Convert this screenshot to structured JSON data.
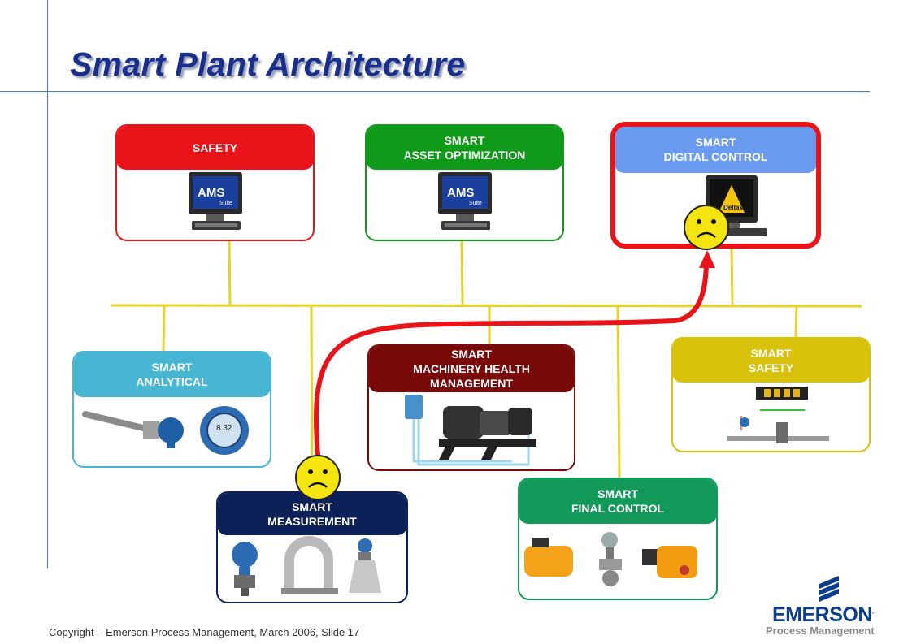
{
  "slide": {
    "title": "Smart Plant Architecture",
    "copyright": "Copyright – Emerson Process Management, March 2006, Slide 17"
  },
  "boxes": {
    "safety_top": {
      "label": "SAFETY",
      "color": "#e8141a"
    },
    "asset_optimization": {
      "label": "SMART\nASSET OPTIMIZATION",
      "color": "#109a1a"
    },
    "digital_control": {
      "label": "SMART\nDIGITAL CONTROL",
      "color": "#6a9bf0",
      "highlight": "#e8141a"
    },
    "analytical": {
      "label": "SMART\nANALYTICAL",
      "color": "#47b6d2"
    },
    "machinery_health": {
      "label": "SMART\nMACHINERY HEALTH\nMANAGEMENT",
      "color": "#7a0a0a"
    },
    "safety_right": {
      "label": "SMART\nSAFETY",
      "color": "#d9c20c"
    },
    "measurement": {
      "label": "SMART\nMEASUREMENT",
      "color": "#0d2057"
    },
    "final_control": {
      "label": "SMART\nFINAL CONTROL",
      "color": "#139a5a"
    }
  },
  "monitors": {
    "ams_1": "AMS",
    "ams_1_sub": "Suite",
    "ams_2": "AMS",
    "ams_2_sub": "Suite",
    "deltav": "DeltaV"
  },
  "devices": {
    "analytical_display": "8.32"
  },
  "logo": {
    "word": "EMERSON",
    "tm": ".",
    "sub": "Process Management"
  },
  "colors": {
    "bus": "#e5d22a",
    "arrow": "#e8141a",
    "face": "#f4e40f"
  }
}
